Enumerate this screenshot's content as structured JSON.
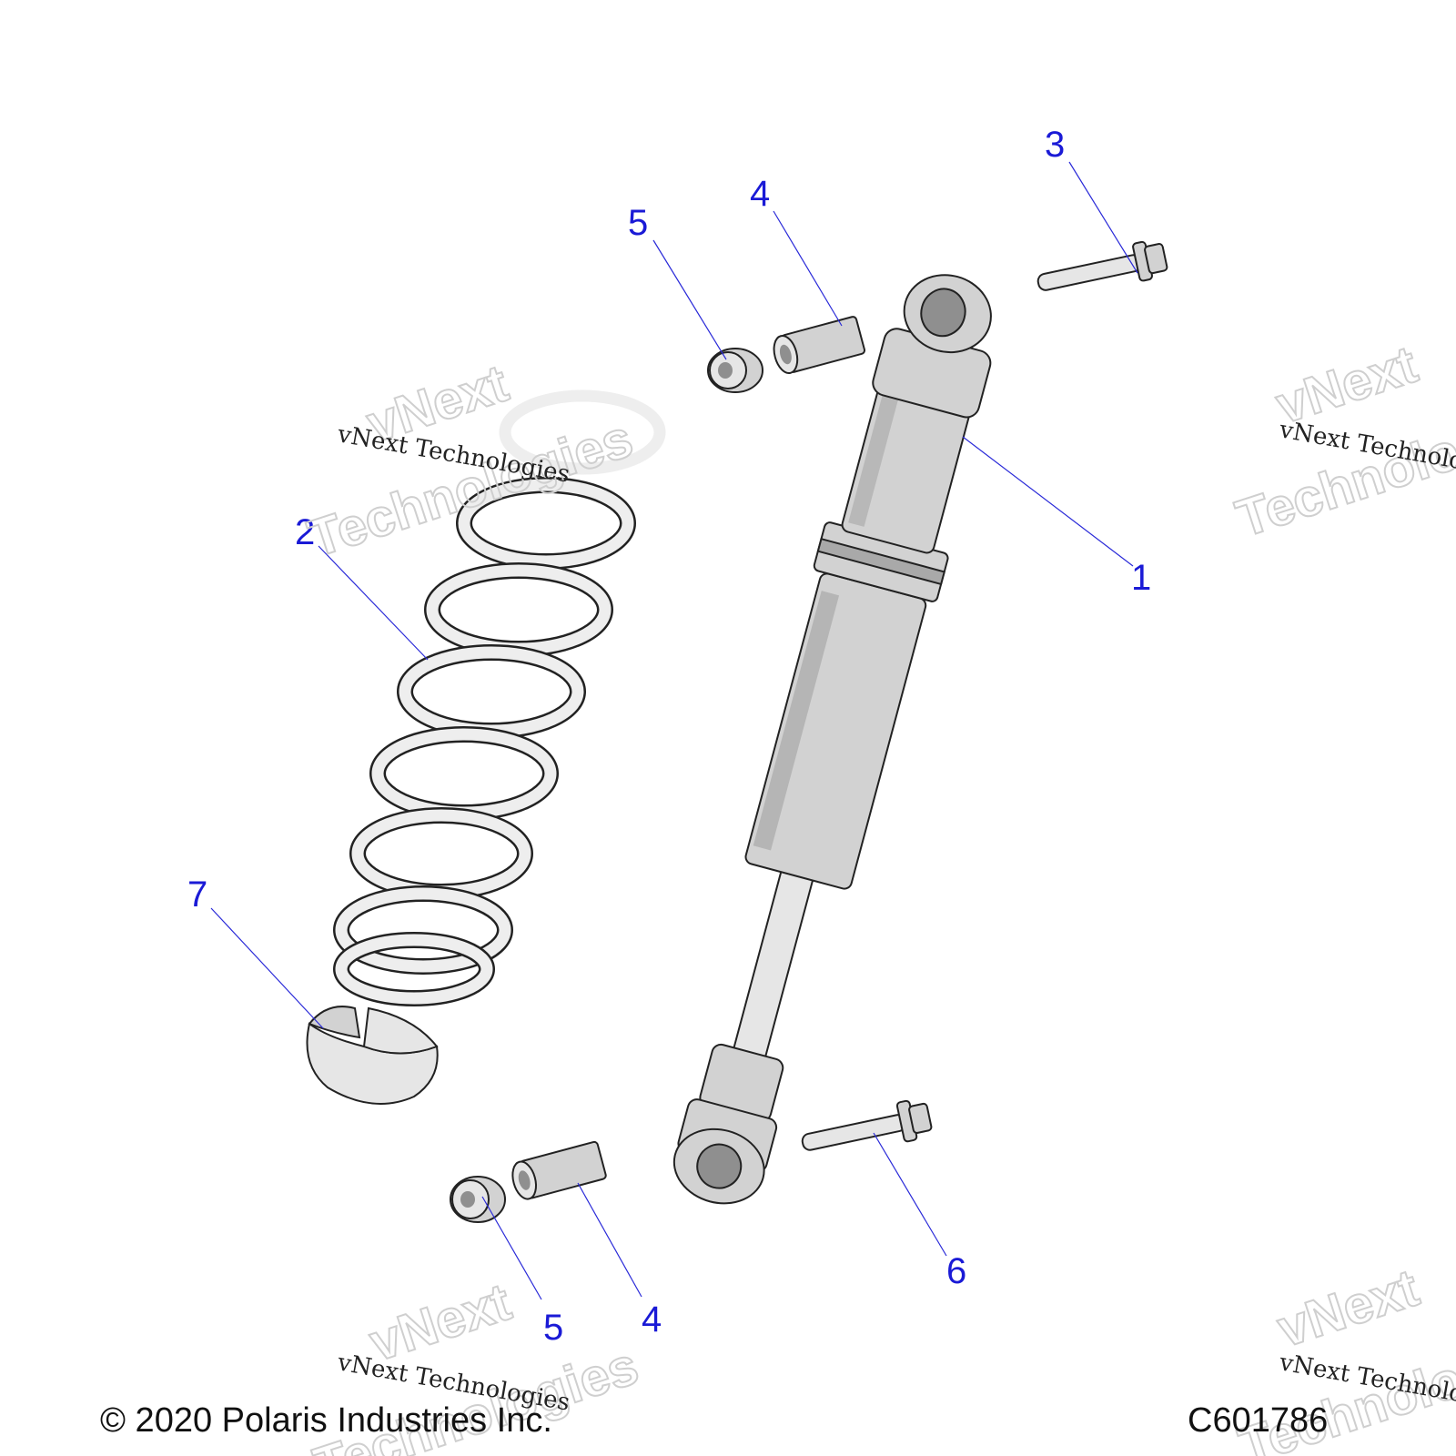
{
  "diagram": {
    "callouts": {
      "part_1": "1",
      "part_2": "2",
      "part_3": "3",
      "part_4_top": "4",
      "part_4_bottom": "4",
      "part_5_top": "5",
      "part_5_bottom": "5",
      "part_6": "6",
      "part_7": "7"
    },
    "watermark_text_small": "vNext Technologies",
    "watermark_text_big_1": "vNext",
    "watermark_text_big_2": "Technologies"
  },
  "footer": {
    "copyright": "© 2020 Polaris Industries Inc.",
    "figure_code": "C601786"
  }
}
